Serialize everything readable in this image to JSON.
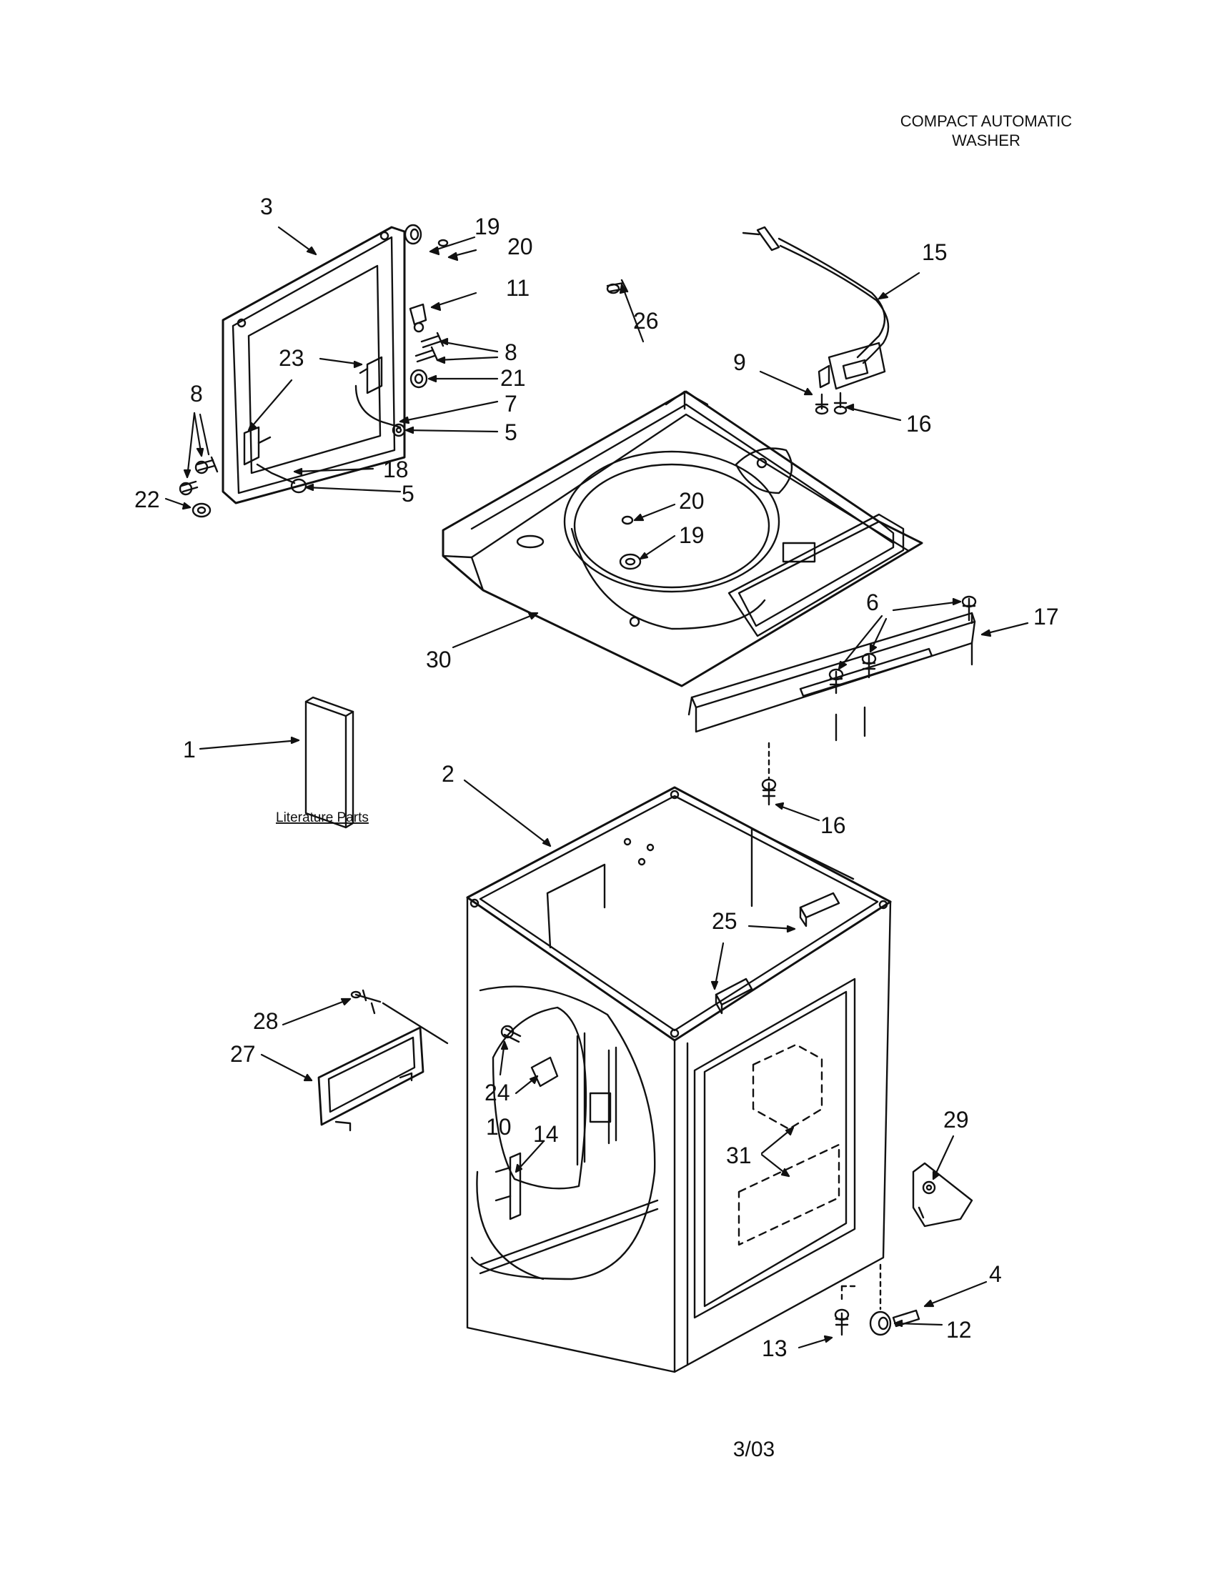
{
  "header": {
    "title_line1": "COMPACT AUTOMATIC",
    "title_line2": "WASHER"
  },
  "footer": {
    "date_code": "3/03"
  },
  "literature_label": "Literature Parts",
  "callouts": {
    "lid_panel": "3",
    "lid_bumper_top": "19",
    "lid_plug_top": "20",
    "lid_latch": "11",
    "lid_screw": "8",
    "lid_bracket": "23",
    "lid_bumper_mid": "21",
    "lid_spring_rod": "7",
    "lid_nut_upper": "5",
    "lid_screws_left": "8",
    "lid_hinge_rod": "18",
    "lid_nut_lower": "5",
    "lid_grommet": "22",
    "harness": "15",
    "switch_screw": "9",
    "switch_screw_right": "16",
    "top_screw": "26",
    "top_plug": "20",
    "top_bumper": "19",
    "top_cover": "30",
    "rail_screws": "6",
    "front_rail": "17",
    "rail_screw_bottom": "16",
    "literature": "1",
    "cabinet": "2",
    "clips": "25",
    "panel_pin": "28",
    "access_panel": "27",
    "cabinet_bolt": "24",
    "cabinet_nut": "10",
    "cabinet_strip": "14",
    "insulation": "31",
    "leveling_bracket": "29",
    "axle_pin": "4",
    "wheel": "12",
    "foot_screw": "13"
  }
}
